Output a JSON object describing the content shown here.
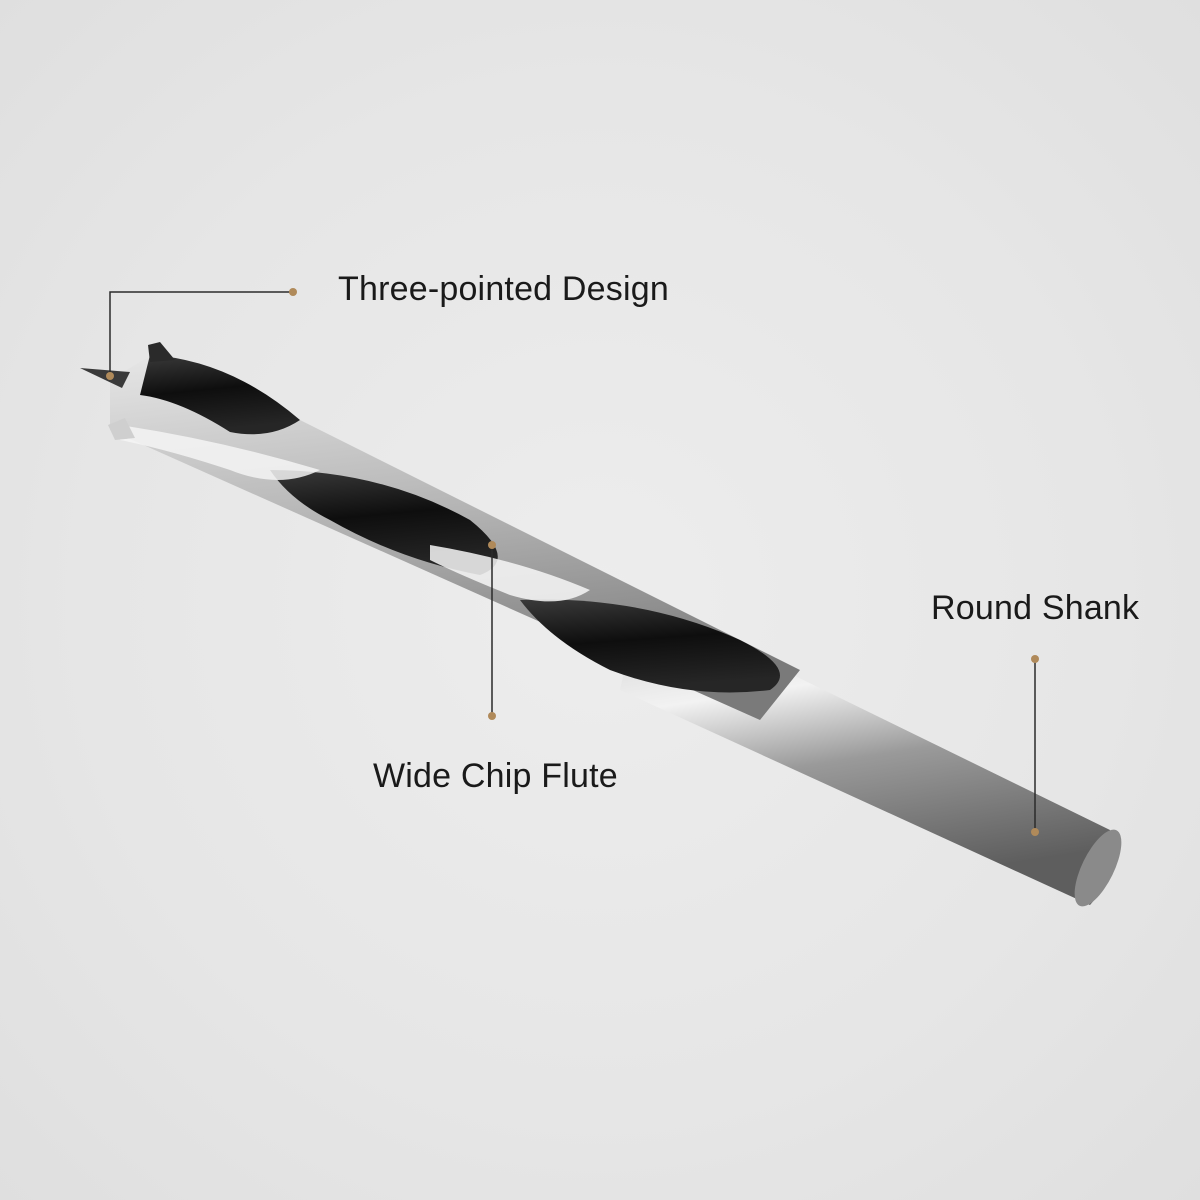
{
  "callouts": {
    "tip": {
      "label": "Three-pointed Design"
    },
    "flute": {
      "label": "Wide Chip Flute"
    },
    "shank": {
      "label": "Round Shank"
    }
  },
  "colors": {
    "background": "#e7e7e7",
    "callout_line": "#2b2b2b",
    "callout_dot": "#b08a5a",
    "steel_light": "#d9d9d9",
    "steel_dark": "#1b1b1b"
  }
}
